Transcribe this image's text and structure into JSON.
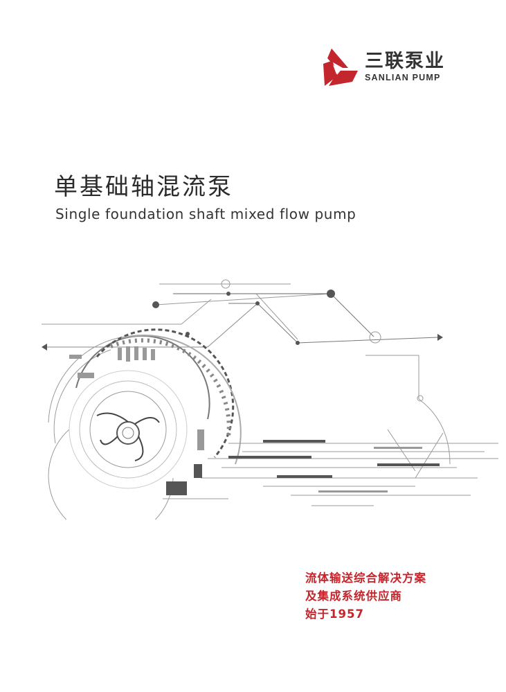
{
  "brand": {
    "name_cn": "三联泵业",
    "name_en": "SANLIAN PUMP",
    "accent_color": "#c3262c"
  },
  "title": {
    "cn": "单基础轴混流泵",
    "en": "Single foundation shaft mixed flow pump"
  },
  "illustration": {
    "icon": "pump-impeller-line-art"
  },
  "slogan": {
    "line1": "流体输送综合解决方案",
    "line2": "及集成系统供应商",
    "line3": "始于1957"
  }
}
